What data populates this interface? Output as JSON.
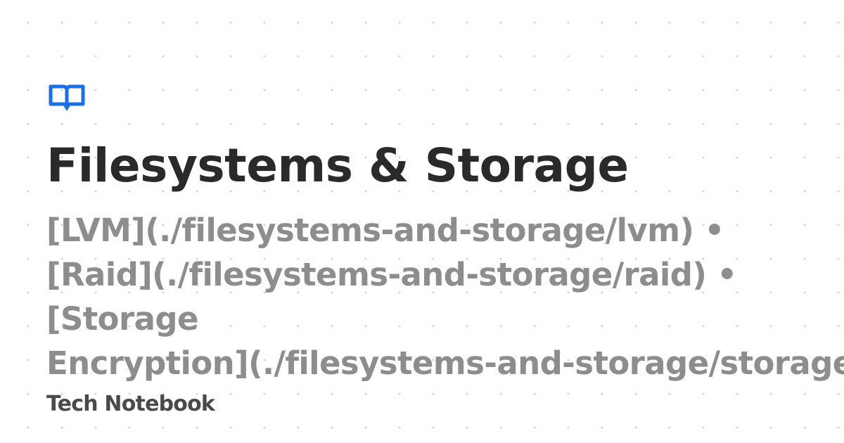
{
  "page": {
    "title": "Filesystems & Storage",
    "description_lines": [
      "[LVM](./filesystems-and-storage/lvm) •",
      "[Raid](./filesystems-and-storage/raid) •",
      "[Storage",
      "Encryption](./filesystems-and-storage/storage-encryption)"
    ],
    "site_name": "Tech Notebook"
  },
  "icons": {
    "logo": "book-open-icon"
  },
  "colors": {
    "accent": "#1a6ee8",
    "title": "#2a2a2a",
    "description": "#8d8d8d",
    "site_name": "#4a4a4a"
  }
}
